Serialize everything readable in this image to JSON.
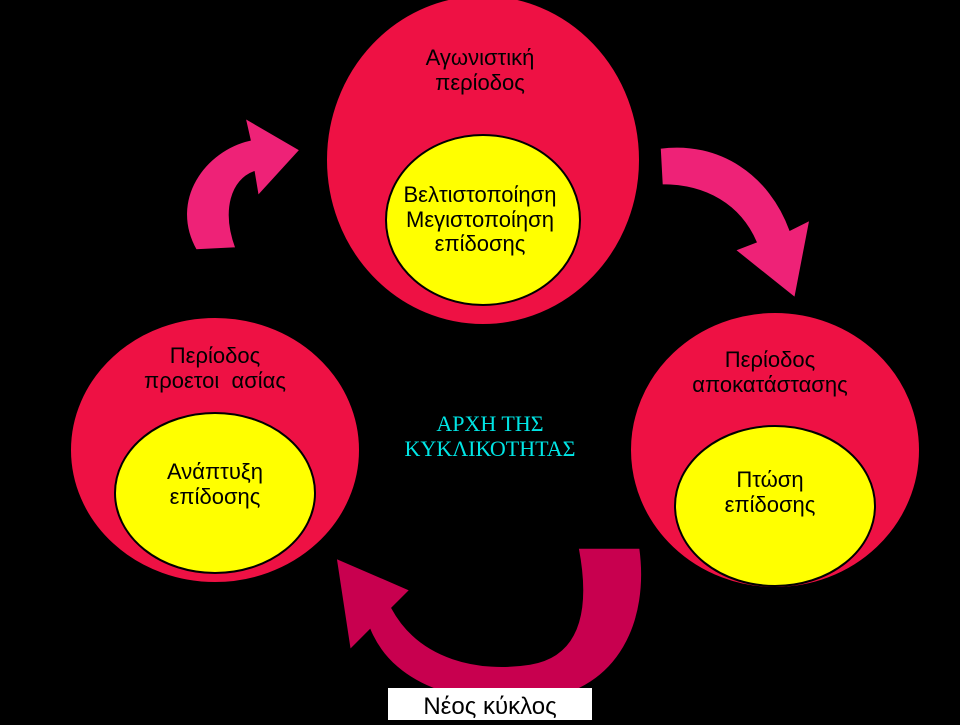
{
  "colors": {
    "background": "#000000",
    "outer_circle": "#ee1144",
    "inner_circle": "#ffff00",
    "arrow": "#ee2277",
    "arrow_dark": "#c8004f",
    "center_text": "#00e5e5"
  },
  "stages": {
    "top": {
      "outer": [
        "Αγωνιστική",
        "περίοδος"
      ],
      "inner": [
        "Βελτιστοποίηση",
        "Μεγιστοποίηση",
        "επίδοσης"
      ]
    },
    "left": {
      "outer": [
        "Περίοδος",
        "προετοι  ασίας"
      ],
      "inner": [
        "Ανάπτυξη",
        "επίδοσης"
      ]
    },
    "right": {
      "outer": [
        "Περίοδος",
        "αποκατάστασης"
      ],
      "inner": [
        "Πτώση",
        "επίδοσης"
      ]
    }
  },
  "center": [
    "ΑΡΧΗ ΤΗΣ",
    "ΚΥΚΛΙΚΟΤΗΤΑΣ"
  ],
  "bottom": "Νέος κύκλος"
}
